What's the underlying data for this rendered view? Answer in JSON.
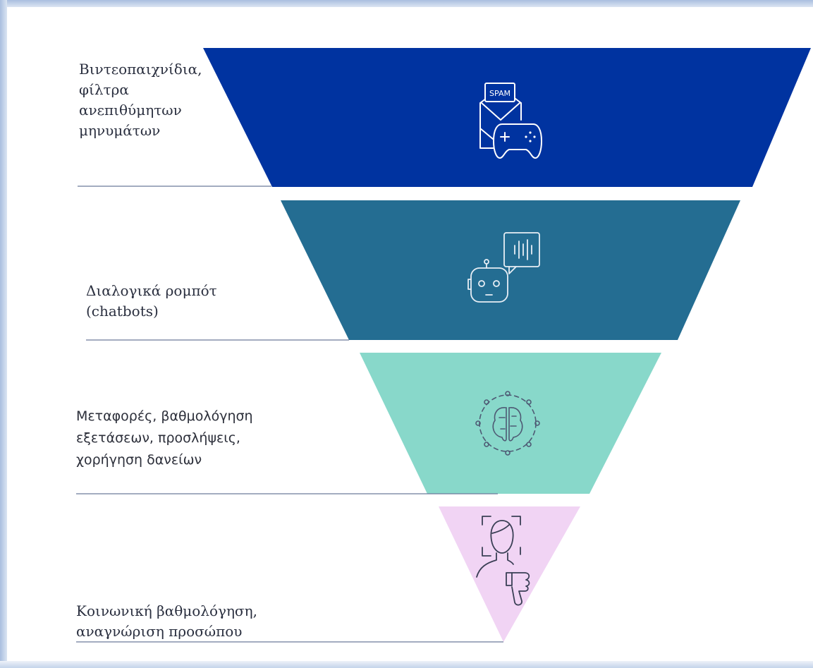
{
  "colors": {
    "tier1": "#0033a0",
    "tier2": "#246d92",
    "tier3": "#88d8ca",
    "tier4": "#f1d4f4",
    "icon_light": "#ffffff",
    "icon_dark": "#3a3f55"
  },
  "tiers": [
    {
      "label_lines": [
        "Βιντεοπαιχνίδια,",
        "φίλτρα",
        "ανεπιθύμητων",
        "μηνυμάτων"
      ],
      "icon": "spam-envelope-gamepad-icon",
      "icon_text": "SPAM"
    },
    {
      "label_lines": [
        "Διαλογικά ρομπότ",
        "(chatbots)"
      ],
      "icon": "chatbot-robot-icon"
    },
    {
      "label_lines": [
        "Μεταφορές, βαθμολόγηση",
        "εξετάσεων, προσλήψεις,",
        "χορήγηση δανείων"
      ],
      "icon": "ai-brain-network-icon"
    },
    {
      "label_lines": [
        "Κοινωνική βαθμολόγηση,",
        "αναγνώριση προσώπου"
      ],
      "icon": "face-recognition-thumbs-down-icon"
    }
  ]
}
